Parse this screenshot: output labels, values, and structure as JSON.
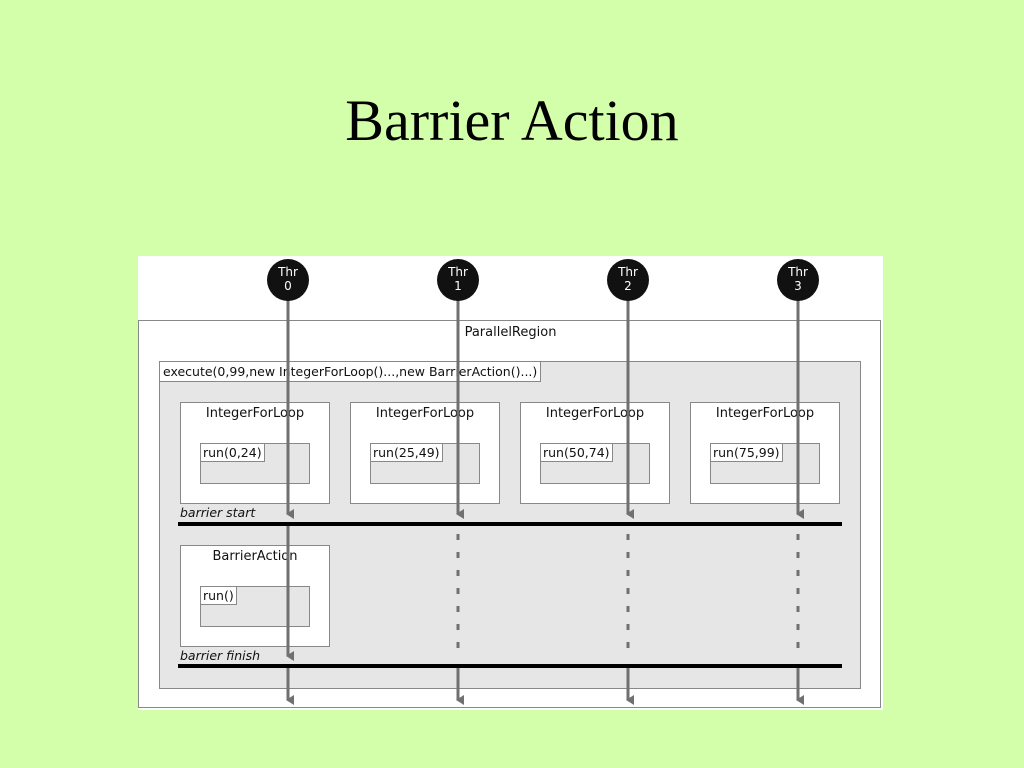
{
  "slide": {
    "title": "Barrier Action"
  },
  "diagram": {
    "parallel_region": "ParallelRegion",
    "execute": "execute(0,99,new IntegerForLoop()...,new BarrierAction()...)",
    "for_loops": [
      {
        "label": "IntegerForLoop",
        "call": "run(0,24)"
      },
      {
        "label": "IntegerForLoop",
        "call": "run(25,49)"
      },
      {
        "label": "IntegerForLoop",
        "call": "run(50,74)"
      },
      {
        "label": "IntegerForLoop",
        "call": "run(75,99)"
      }
    ],
    "barrier_action": {
      "label": "BarrierAction",
      "call": "run()"
    },
    "barrier_start": "barrier start",
    "barrier_finish": "barrier finish",
    "threads": [
      {
        "line1": "Thr",
        "line2": "0"
      },
      {
        "line1": "Thr",
        "line2": "1"
      },
      {
        "line1": "Thr",
        "line2": "2"
      },
      {
        "line1": "Thr",
        "line2": "3"
      }
    ],
    "colors": {
      "background": "#d4ffaa",
      "thread_arrow": "#707070",
      "barrier": "#000000"
    }
  }
}
